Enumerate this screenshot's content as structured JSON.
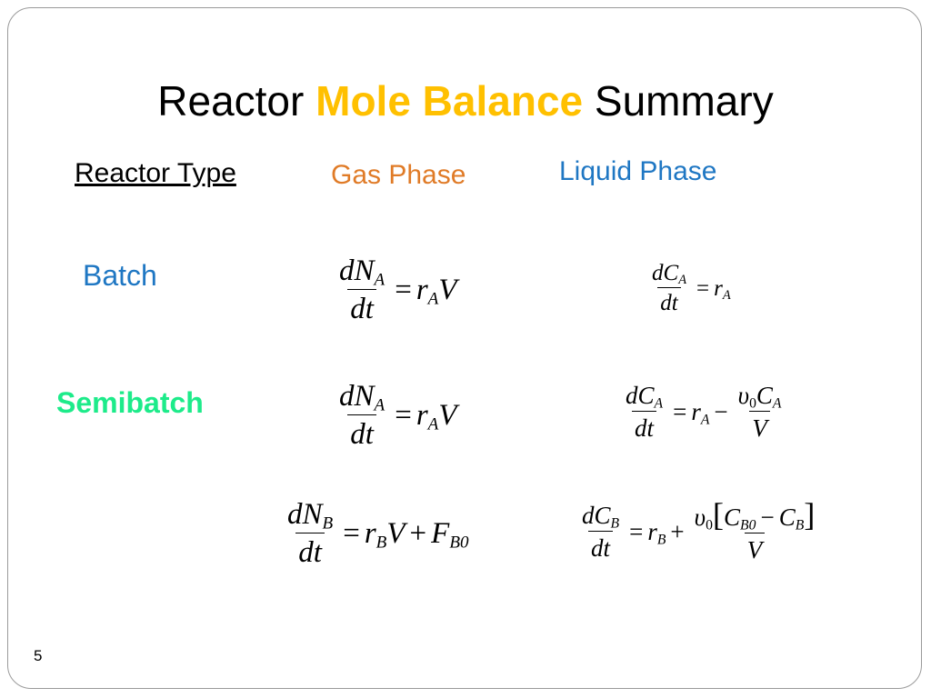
{
  "title": {
    "pre": "Reactor ",
    "accent": "Mole Balance",
    "post": " Summary"
  },
  "columns": {
    "type": "Reactor Type",
    "gas": "Gas Phase",
    "liquid": "Liquid Phase"
  },
  "rows": {
    "batch": "Batch",
    "semibatch": "Semibatch"
  },
  "equations": {
    "dNA": "dN",
    "dNB": "dN",
    "dCA": "dC",
    "dCB": "dC",
    "dt": "dt",
    "subA": "A",
    "subB": "B",
    "subB0": "B0",
    "eq": "=",
    "plus": "+",
    "minus": "−",
    "r": "r",
    "V": "V",
    "F": "F",
    "C": "C",
    "nu": "υ",
    "zero": "0",
    "lbr": "[",
    "rbr": "]"
  },
  "page_number": "5",
  "colors": {
    "accent": "#FFC000",
    "gas": "#E07B27",
    "liquid": "#1F77C3",
    "semibatch": "#1DEB8A",
    "frame": "#9A9A9A"
  }
}
